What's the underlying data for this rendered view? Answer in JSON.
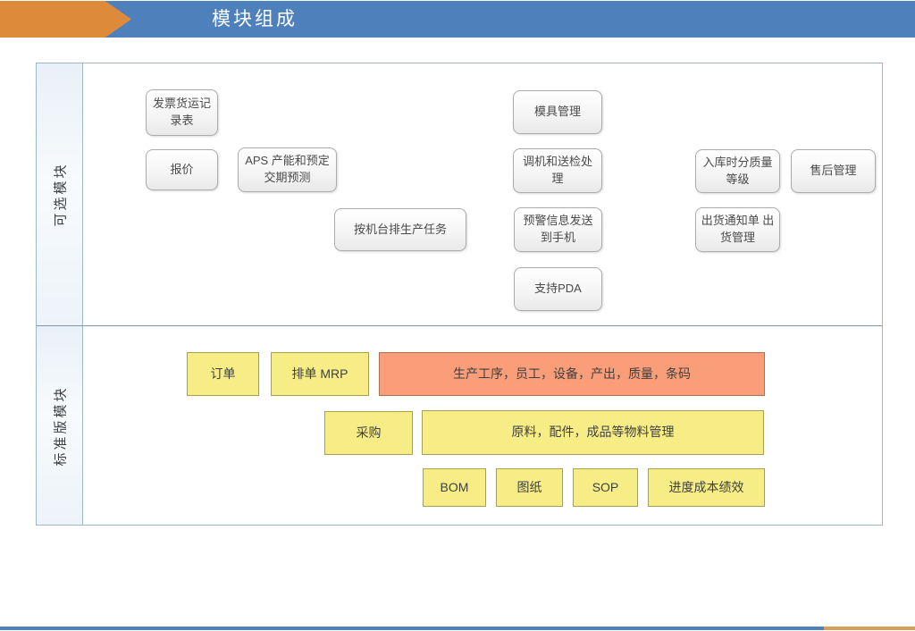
{
  "header": {
    "title": "模块组成"
  },
  "diagram": {
    "optional_section": {
      "label": "可选模块",
      "boxes": [
        {
          "label": "发票货运记录表"
        },
        {
          "label": "报价"
        },
        {
          "label": "APS 产能和预定交期预测"
        },
        {
          "label": "按机台排生产任务"
        },
        {
          "label": "模具管理"
        },
        {
          "label": "调机和送检处理"
        },
        {
          "label": "预警信息发送到手机"
        },
        {
          "label": "支持PDA"
        },
        {
          "label": "入库时分质量等级"
        },
        {
          "label": "售后管理"
        },
        {
          "label": "出货通知单 出货管理"
        }
      ]
    },
    "standard_section": {
      "label": "标准版模块",
      "boxes": [
        {
          "label": "订单",
          "color": "yellow"
        },
        {
          "label": "排单 MRP",
          "color": "yellow"
        },
        {
          "label": "生产工序，员工，设备，产出，质量，条码",
          "color": "orange"
        },
        {
          "label": "采购",
          "color": "yellow"
        },
        {
          "label": "原料，配件，成品等物料管理",
          "color": "yellow"
        },
        {
          "label": "BOM",
          "color": "yellow"
        },
        {
          "label": "图纸",
          "color": "yellow"
        },
        {
          "label": "SOP",
          "color": "yellow"
        },
        {
          "label": "进度成本绩效",
          "color": "yellow"
        }
      ]
    }
  },
  "colors": {
    "header_blue": "#4E80BC",
    "header_orange": "#DD8B3B",
    "optional_box_fill": "#F4F4F4",
    "yellow_box_fill": "#F7ED86",
    "orange_box_fill": "#FA9E79",
    "frame_border": "#9DB7CB",
    "footer_blue": "#4E80BC",
    "footer_orange": "#D8A055"
  }
}
